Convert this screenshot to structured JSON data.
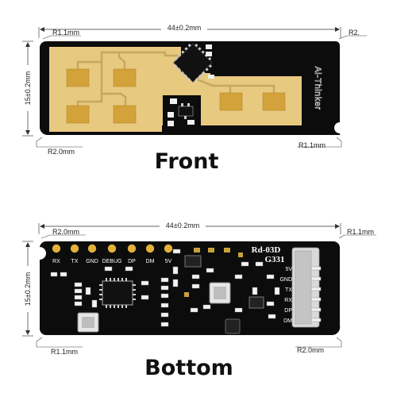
{
  "front": {
    "title": "Front",
    "width_dim": "44±0.2mm",
    "height_dim": "15±0.2mm",
    "radius_top_left": "R1.1mm",
    "radius_top_right": "R2.",
    "radius_bottom_left": "R2.0mm",
    "radius_bottom_right": "R1.1mm",
    "brand": "Ai-Thinker"
  },
  "bottom": {
    "title": "Bottom",
    "width_dim": "44±0.2mm",
    "height_dim": "15±0.2mm",
    "radius_top_left": "R2.0mm",
    "radius_top_right": "R1.1mm",
    "radius_bottom_left": "R1.1mm",
    "radius_bottom_right": "R2.0mm",
    "model": "Rd-03D",
    "code": "G331",
    "top_pins": [
      "RX",
      "TX",
      "GND",
      "DEBUG",
      "DP",
      "DM",
      "5V"
    ],
    "side_pins": [
      "5V",
      "GND",
      "TX",
      "RX",
      "DP",
      "DM"
    ]
  },
  "colors": {
    "board": "#0c0c0c",
    "gold": "#e7c980",
    "pad": "#d3a23a",
    "trace": "#c7a760",
    "pin_gold": "#e3b13b"
  }
}
